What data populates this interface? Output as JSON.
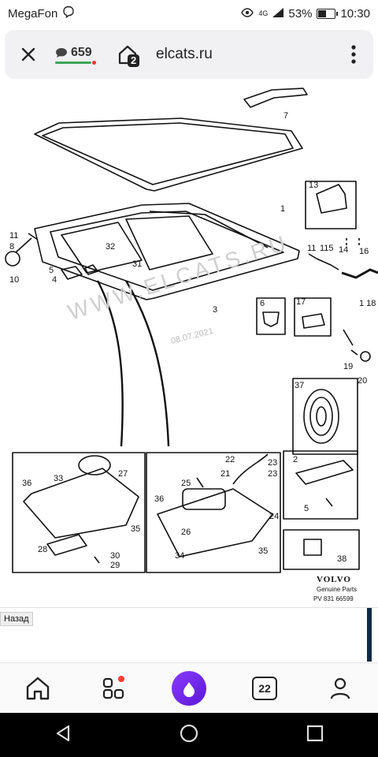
{
  "status": {
    "carrier": "MegaFon",
    "network": "4G",
    "battery": "53%",
    "battery_level": 0.53,
    "time": "10:30"
  },
  "toolbar": {
    "comments_count": "659",
    "tabs_count": "2",
    "domain": "elcats.ru"
  },
  "diagram": {
    "watermark": "WWW.ELCATS.RU",
    "date": "08.07.2021",
    "brand": "VOLVO",
    "brand_sub": "Genuine Parts",
    "part_code": "PV 831 66599",
    "labels": [
      "7",
      "1",
      "13",
      "11",
      "8",
      "10",
      "5",
      "4",
      "32",
      "31",
      "3",
      "11",
      "115",
      "14",
      "16",
      "6",
      "17",
      "1 18",
      "19",
      "20",
      "37",
      "2",
      "5",
      "38",
      "27",
      "33",
      "36",
      "35",
      "28",
      "30",
      "29",
      "22",
      "21",
      "23",
      "23",
      "25",
      "24",
      "26",
      "36",
      "34",
      "35"
    ]
  },
  "page": {
    "back_link": "Назад"
  },
  "bottom_nav": {
    "tabs_count": "22"
  }
}
